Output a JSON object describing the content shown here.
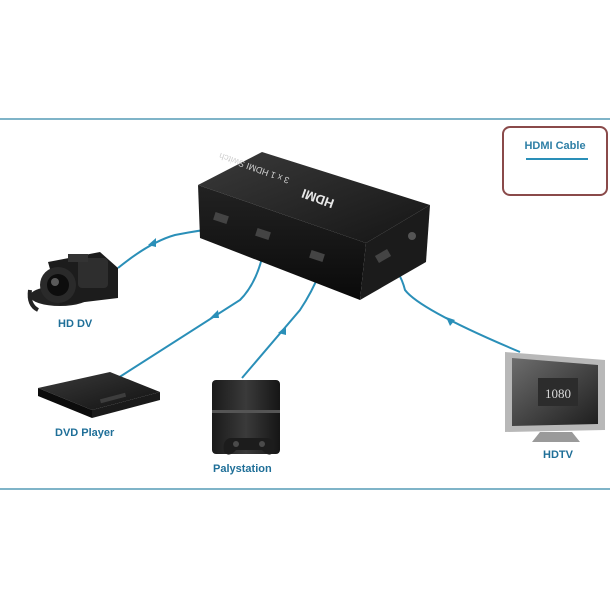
{
  "legend": {
    "label": "HDMI Cable"
  },
  "switch_box": {
    "brand": "HDMI",
    "model": "3 x 1 HDMI Switch"
  },
  "devices": {
    "hd_dv": "HD DV",
    "dvd_player": "DVD Player",
    "playstation": "Palystation",
    "hdtv": "HDTV"
  },
  "tv_screen": {
    "resolution": "1080"
  },
  "colors": {
    "cable": "#2a8fb8",
    "label": "#1f6f98",
    "frame": "#7fb4c8",
    "legend_border": "#8a4a4a"
  }
}
